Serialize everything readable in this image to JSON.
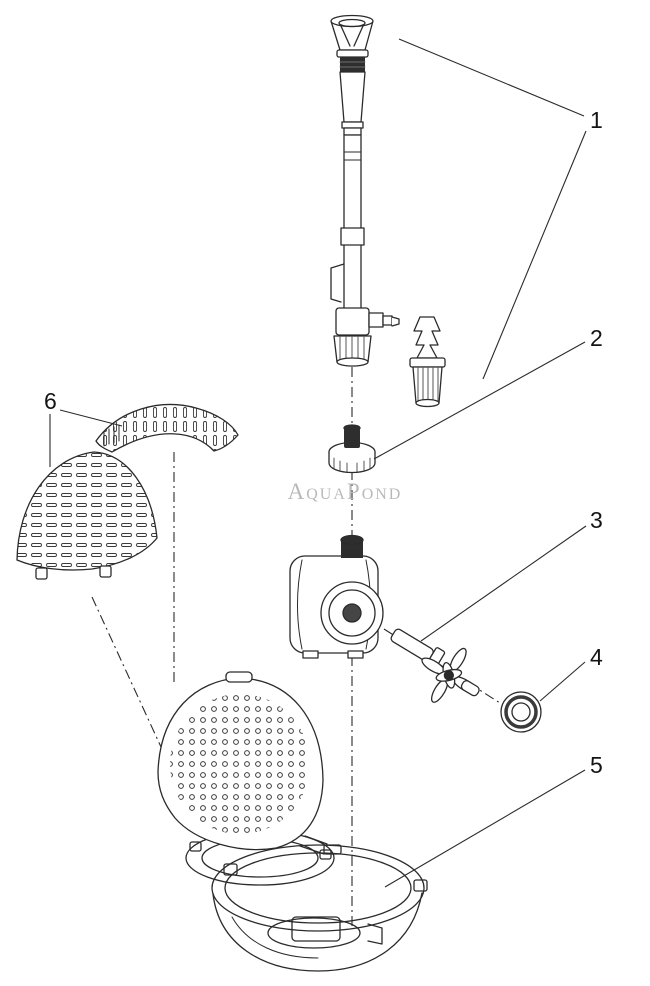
{
  "diagram": {
    "watermark": "AquaPond",
    "callouts": [
      "1",
      "2",
      "3",
      "4",
      "5",
      "6"
    ],
    "colors": {
      "line": "#2b2b2b",
      "dark_fill": "#2e2e2e",
      "watermark": "#b9b9b9",
      "background": "#ffffff"
    }
  }
}
